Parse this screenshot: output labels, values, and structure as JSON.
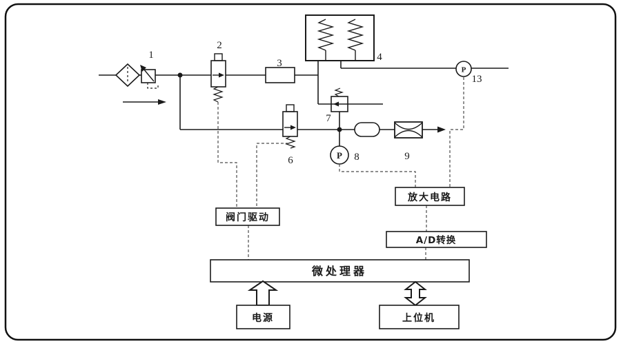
{
  "labels": {
    "n1": "1",
    "n2": "2",
    "n3": "3",
    "n4": "4",
    "n6": "6",
    "n7": "7",
    "n8": "8",
    "n9": "9",
    "n13": "13",
    "p": "P"
  },
  "blocks": {
    "valve_drive": "阀门驱动",
    "amplifier": "放大电路",
    "ad_converter": "A/D转换",
    "microprocessor": "微处理器",
    "power_supply": "电源",
    "host_computer": "上位机"
  },
  "colors": {
    "line": "#1a1a1a",
    "signal_dash": "#4a4a4a",
    "background": "#ffffff"
  }
}
